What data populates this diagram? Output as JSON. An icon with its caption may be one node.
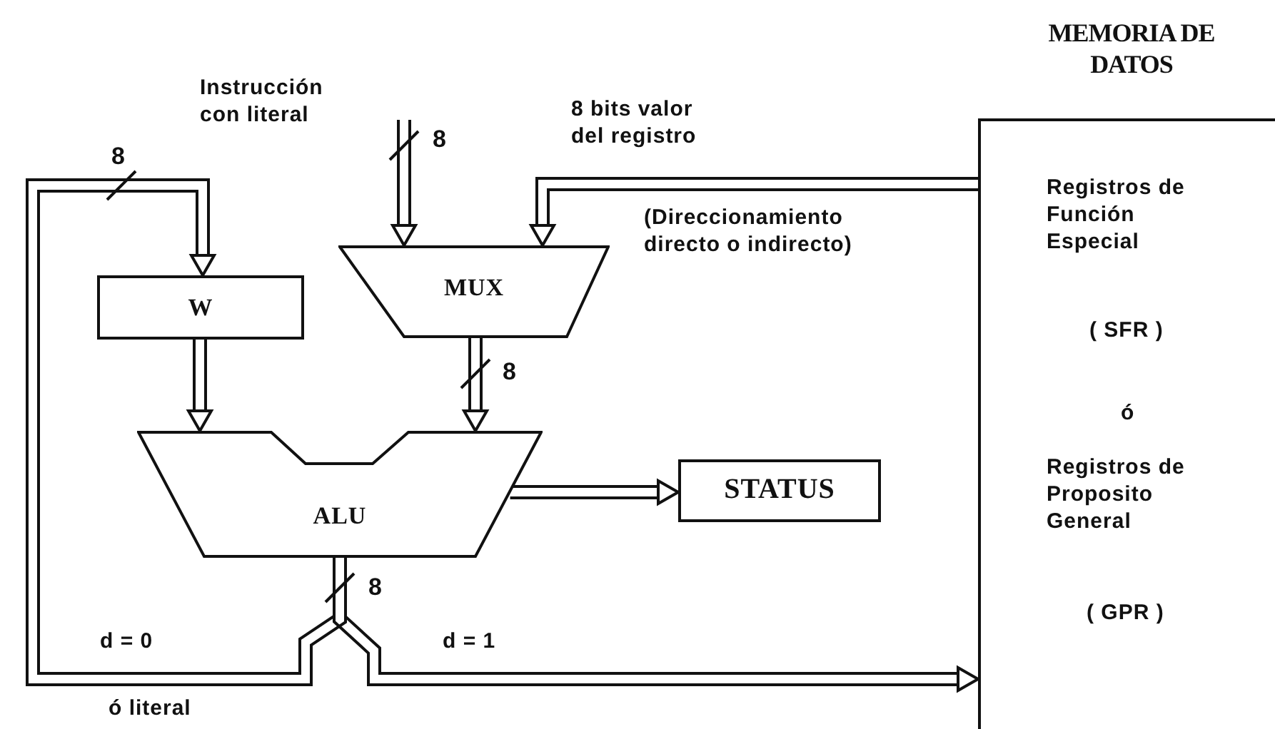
{
  "diagram": {
    "nodes": [
      {
        "text": [
          "MEMORIA DE DATOS",
          "Registros de Función Especial",
          "( SFR )",
          "ó",
          "Registros de Proposito General",
          "( GPR )"
        ]
      },
      {
        "text": [
          "W"
        ]
      },
      {
        "text": [
          "MUX"
        ]
      },
      {
        "text": [
          "ALU"
        ]
      },
      {
        "text": [
          "STATUS"
        ]
      }
    ],
    "edges": [
      {
        "from": null,
        "to": 2,
        "arrow": "to"
      },
      {
        "from": 0,
        "to": 2,
        "arrow": "to",
        "label": "8 bits valor del registro"
      },
      {
        "from": 1,
        "to": 3,
        "arrow": "to"
      },
      {
        "from": 2,
        "to": 3,
        "arrow": "to"
      },
      {
        "from": 3,
        "to": 4,
        "arrow": "to"
      },
      {
        "from": 3,
        "to": 1,
        "arrow": "to",
        "label": "d = 0"
      },
      {
        "from": 3,
        "to": 0,
        "arrow": "to",
        "label": "d = 1"
      }
    ],
    "labels": [
      "Instrucción con literal",
      "8",
      "8",
      "(Direccionamiento directo o indirecto)",
      "8",
      "8",
      "ó literal"
    ]
  }
}
